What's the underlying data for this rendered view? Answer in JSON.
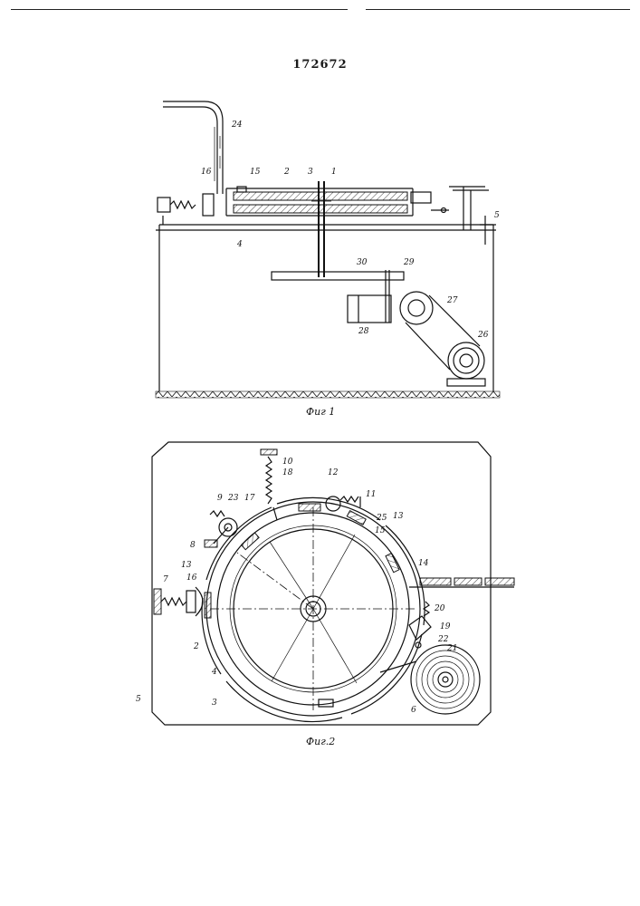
{
  "patent_number": "172672",
  "figure1": {
    "caption": "Фuг 1",
    "labels": [
      {
        "text": "24",
        "id": "l24"
      },
      {
        "text": "16",
        "id": "l16a"
      },
      {
        "text": "15",
        "id": "l15a"
      },
      {
        "text": "2",
        "id": "l2a"
      },
      {
        "text": "3",
        "id": "l3a"
      },
      {
        "text": "1",
        "id": "l1a"
      },
      {
        "text": "5",
        "id": "l5a"
      },
      {
        "text": "4",
        "id": "l4a"
      },
      {
        "text": "30",
        "id": "l30"
      },
      {
        "text": "29",
        "id": "l29"
      },
      {
        "text": "27",
        "id": "l27"
      },
      {
        "text": "28",
        "id": "l28"
      },
      {
        "text": "26",
        "id": "l26"
      }
    ]
  },
  "figure2": {
    "caption": "Фuг.2",
    "labels": [
      {
        "text": "10",
        "id": "l10"
      },
      {
        "text": "18",
        "id": "l18"
      },
      {
        "text": "12",
        "id": "l12"
      },
      {
        "text": "11",
        "id": "l11"
      },
      {
        "text": "9",
        "id": "l9"
      },
      {
        "text": "23",
        "id": "l23"
      },
      {
        "text": "17",
        "id": "l17"
      },
      {
        "text": "25",
        "id": "l25"
      },
      {
        "text": "13",
        "id": "l13a"
      },
      {
        "text": "15",
        "id": "l15b"
      },
      {
        "text": "8",
        "id": "l8"
      },
      {
        "text": "13",
        "id": "l13b"
      },
      {
        "text": "14",
        "id": "l14"
      },
      {
        "text": "7",
        "id": "l7"
      },
      {
        "text": "16",
        "id": "l16b"
      },
      {
        "text": "20",
        "id": "l20"
      },
      {
        "text": "19",
        "id": "l19"
      },
      {
        "text": "22",
        "id": "l22"
      },
      {
        "text": "21",
        "id": "l21"
      },
      {
        "text": "2",
        "id": "l2b"
      },
      {
        "text": "4",
        "id": "l4b"
      },
      {
        "text": "3",
        "id": "l3b"
      },
      {
        "text": "5",
        "id": "l5b"
      },
      {
        "text": "6",
        "id": "l6"
      }
    ]
  }
}
